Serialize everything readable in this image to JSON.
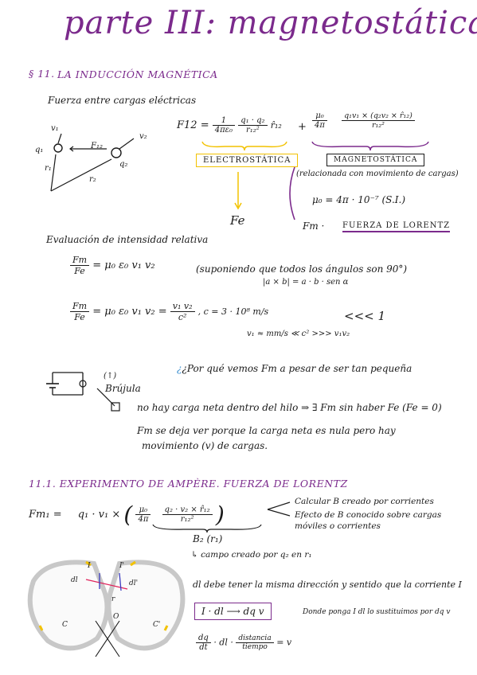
{
  "title": "parte III: magnetostática",
  "section1": {
    "number": "§ 11.",
    "heading": "LA INDUCCIÓN MAGNÉTICA",
    "fuerza_label": "Fuerza entre cargas eléctricas",
    "formula_lhs": "F12 =",
    "elec_num": "1",
    "elec_den": "4πε₀",
    "q_num": "q₁ · q₂",
    "q_den": "r₁₂²",
    "r_hat": "r̂₁₂",
    "plus": "+",
    "mag_num": "μ₀",
    "mag_den": "4π",
    "mag_expr_num": "q₁v₁ × (q₂v₂ × r̂₁₂)",
    "mag_expr_den": "r₁₂²",
    "electrostatica": "ELECTROSTÁTICA",
    "magnetostatica": "MAGNETOSTÁTICA",
    "relacionada": "(relacionada con movimiento de cargas)",
    "mu0": "μ₀ = 4π · 10⁻⁷ (S.I.)",
    "fe": "Fe",
    "fm": "Fm ·",
    "lorentz": "FUERZA DE LORENTZ",
    "diagram": {
      "q1": "q₁",
      "q2": "q₂",
      "v1": "v₁",
      "v2": "v₂",
      "r1": "r₁",
      "r2": "r₂",
      "f12": "F₁₂"
    }
  },
  "evaluacion": {
    "heading": "Evaluación de intensidad relativa",
    "ratio1_num": "Fm",
    "ratio1_den": "Fe",
    "ratio1_rhs": "= μ₀ ε₀ v₁ v₂",
    "suponiendo": "(suponiendo que todos los ángulos son 90°)",
    "cross": "|a × b| = a · b · sen α",
    "ratio2_num": "Fm",
    "ratio2_den": "Fe",
    "ratio2_mid": "= μ₀ ε₀ v₁ v₂  =",
    "v_num": "v₁ v₂",
    "v_den": "c²",
    "c_value": ",  c = 3 · 10⁸ m/s",
    "much_less": "<<< 1",
    "v_note": "v₁ ≈ mm/s ≪ c² >>> v₁v₂",
    "question": "¿Por qué vemos Fm a pesar de ser tan pequeña",
    "brujula": "Brújula",
    "no_hay": "no hay carga neta dentro del hilo  ⇒  ∃ Fm  sin haber  Fe (Fe = 0)",
    "fm_note_1": "Fm  se deja ver porque la carga neta es nula pero hay",
    "fm_note_2": "movimiento (v) de cargas."
  },
  "section2": {
    "heading": "11.1. EXPERIMENTO DE AMPÈRE. FUERZA DE LORENTZ",
    "formula_lhs": "Fm₁ =",
    "formula_q": "q₁ · v₁ ×",
    "mu_num": "μ₀",
    "mu_den": "4π",
    "inner_num": "q₂ · v₂ × r̂₁₂",
    "inner_den": "r₁₂²",
    "b2": "B₂ (r₁)",
    "calcular": "Calcular B creado por corrientes",
    "efecto_1": "Efecto de B conocido sobre cargas",
    "efecto_2": "móviles o corrientes",
    "campo": "↳ campo creado por q₂ en r₁",
    "dl_note": "dl debe tener la misma dirección y sentido que la corriente I",
    "idl": "I · dl  ⟶ dq v",
    "donde": "Donde ponga I dl lo sustituimos por dq v",
    "dq_num": "dq",
    "dq_den": "dt",
    "dl_mid": "· dl ·",
    "dist_num": "distancia",
    "dist_den": "tiempo",
    "eq_v": "= v",
    "fig": {
      "c": "C",
      "c2": "C'",
      "dl": "dl",
      "dl2": "dl'",
      "r": "r",
      "o": "O",
      "i": "I",
      "i2": "I'"
    }
  },
  "colors": {
    "accent": "#7b2a8c",
    "highlight": "#f2c200",
    "ink": "#1a1a1a"
  }
}
